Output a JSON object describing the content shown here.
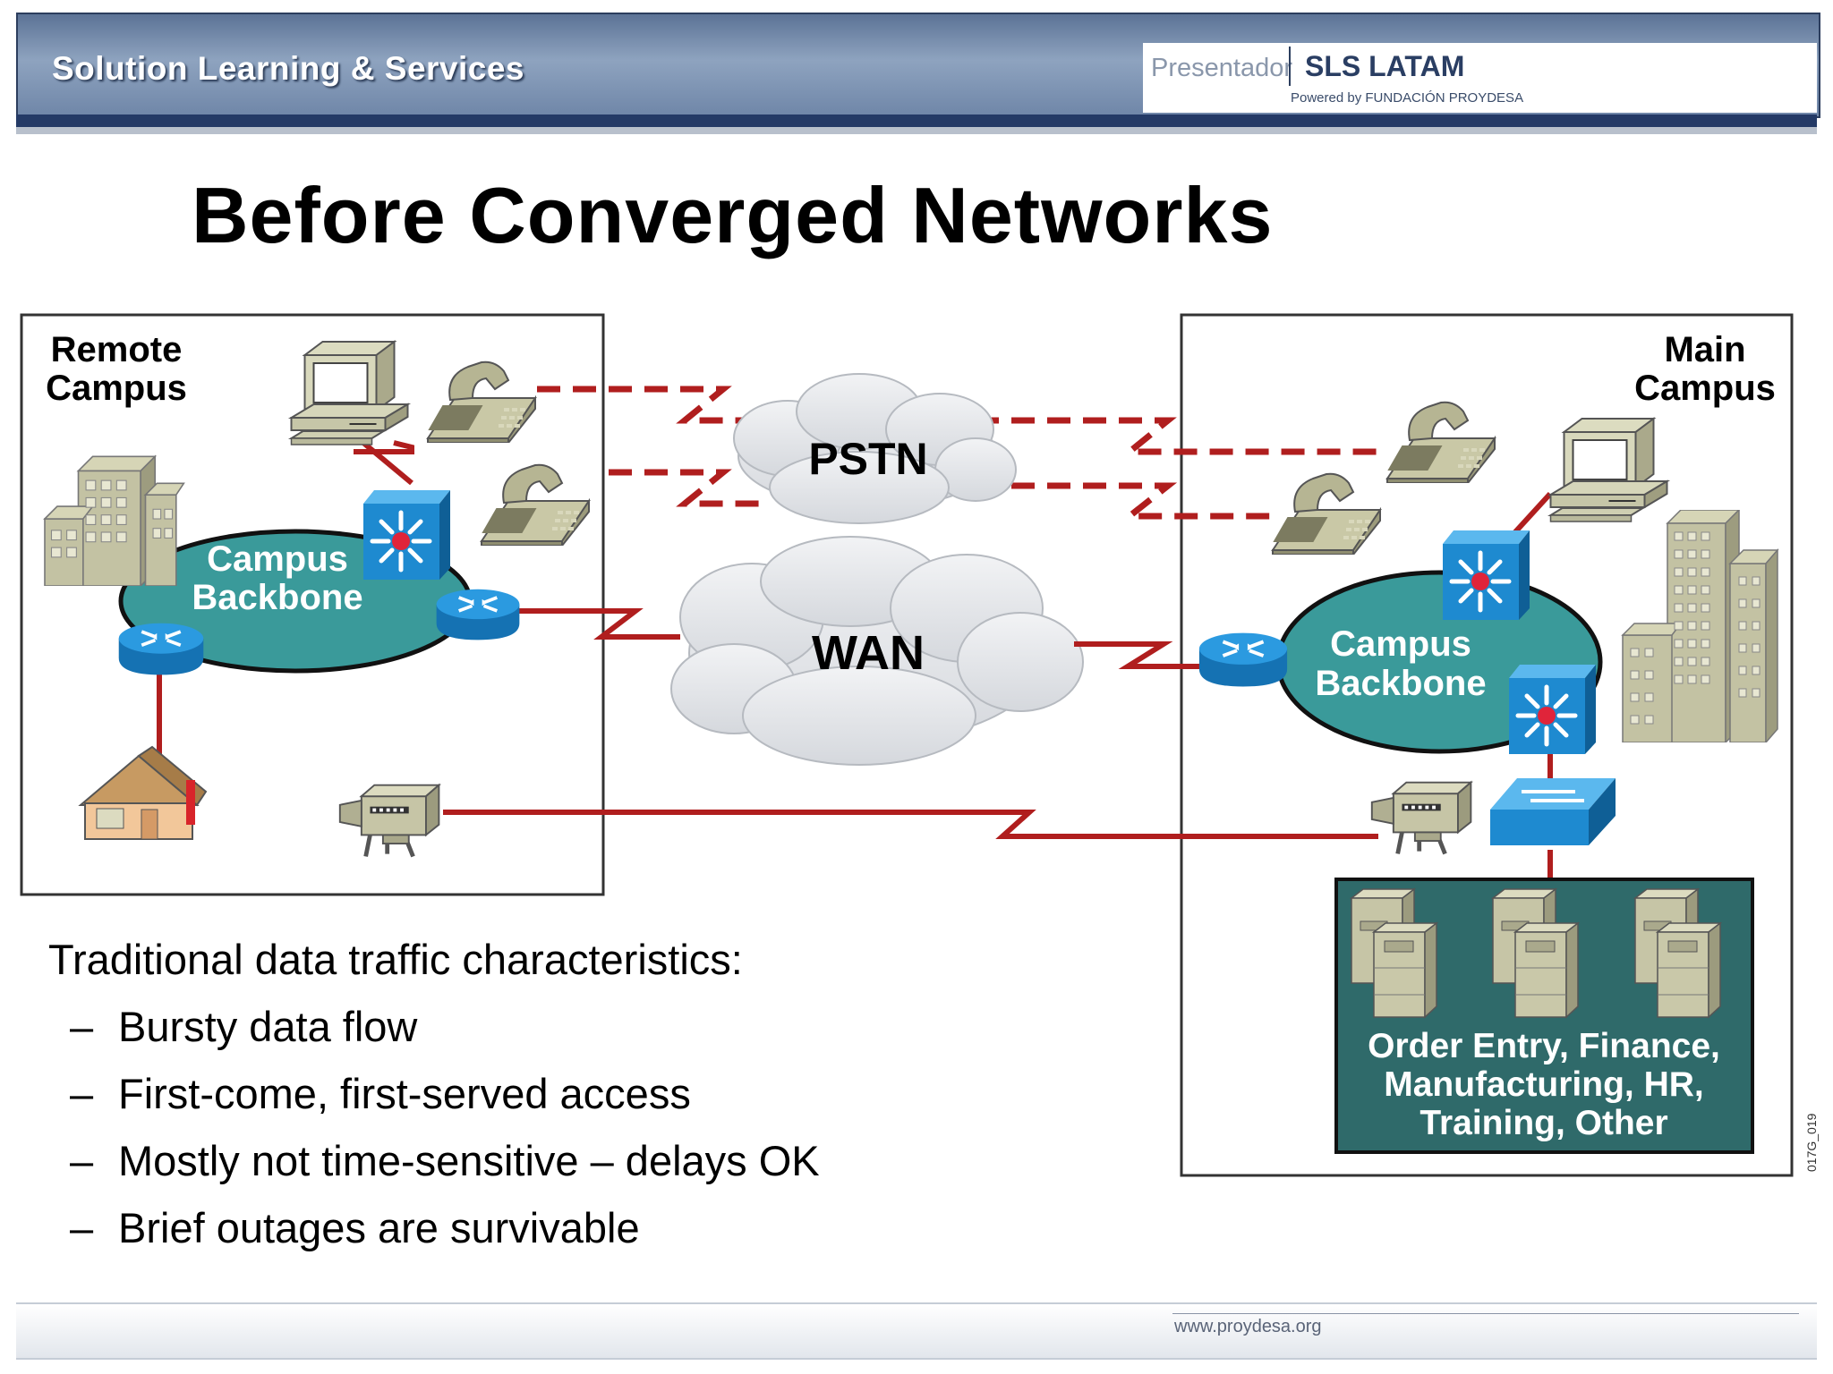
{
  "header": {
    "brand": "Solution Learning & Services",
    "presenter_label": "Presentador",
    "presenter_name": "SLS LATAM",
    "powered_by": "Powered by FUNDACIÓN PROYDESA"
  },
  "title": "Before Converged Networks",
  "diagram": {
    "remote_campus": {
      "line1": "Remote",
      "line2": "Campus"
    },
    "main_campus": {
      "line1": "Main",
      "line2": "Campus"
    },
    "remote_backbone": {
      "line1": "Campus",
      "line2": "Backbone"
    },
    "main_backbone": {
      "line1": "Campus",
      "line2": "Backbone"
    },
    "pstn": "PSTN",
    "wan": "WAN",
    "servers": {
      "line1": "Order Entry, Finance,",
      "line2": "Manufacturing, HR,",
      "line3": "Training, Other"
    },
    "colors": {
      "link": "#b01e1e",
      "backbone": "#3a9a9a",
      "server_panel": "#2f6a6a",
      "device_blue": "#1e8ad0"
    }
  },
  "body": {
    "intro": "Traditional data traffic characteristics:",
    "bullet_dash": "–",
    "bullets": [
      "Bursty data flow",
      "First-come, first-served access",
      "Mostly not time-sensitive – delays OK",
      "Brief outages are survivable"
    ]
  },
  "footer": {
    "url": "www.proydesa.org",
    "figure_code": "017G_019"
  }
}
